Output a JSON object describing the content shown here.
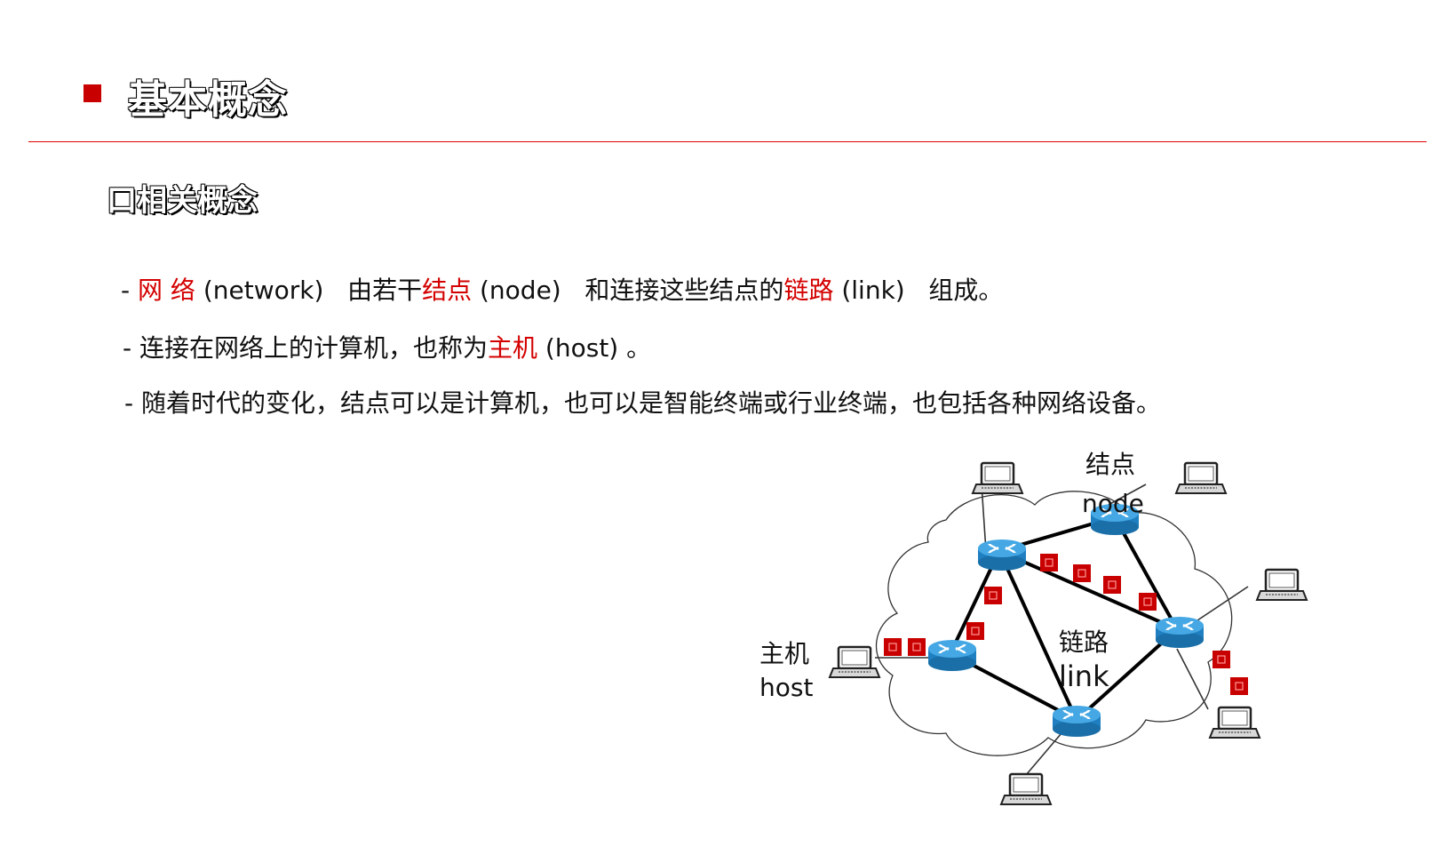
{
  "header": {
    "title": "基本概念"
  },
  "section": {
    "title": "口相关概念"
  },
  "lines": {
    "line1": {
      "dash": "- ",
      "term1": "网 络",
      "t1": " (network)   由若干",
      "term2": "结点",
      "t2": " (node)   和连接这些结点的",
      "term3": "链路",
      "t3": " (link)   组成。"
    },
    "line2": {
      "t1": "- 连接在网络上的计算机，也称为",
      "term1": "主机",
      "t2": " (host) 。"
    },
    "line3": {
      "t1": "- 随着时代的变化，结点可以是计算机，也可以是智能终端或行业终端，也包括各种网络设备。"
    }
  },
  "diagram": {
    "node_label_cn": "结点",
    "node_label_en": "node",
    "host_label_cn": "主机",
    "host_label_en": "host",
    "link_label_cn": "链路",
    "link_label_en": "link"
  },
  "colors": {
    "accent": "#d40000",
    "router": "#2a8cc8",
    "packet": "#c80000"
  }
}
